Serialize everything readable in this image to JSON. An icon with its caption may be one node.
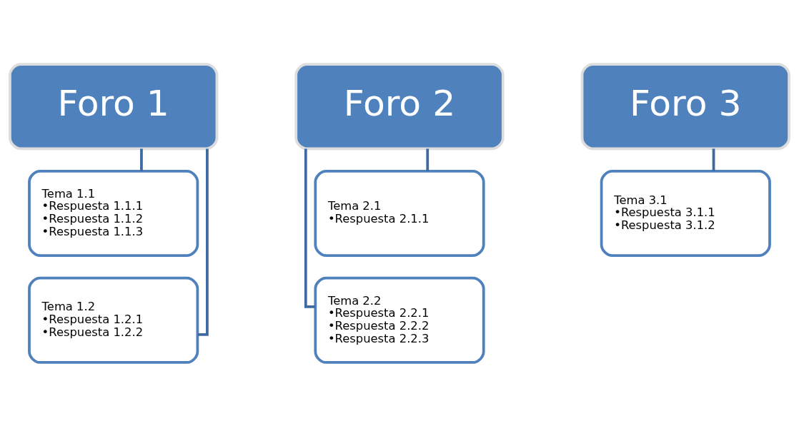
{
  "diagram": {
    "nodes": [
      {
        "text": [
          "Foro 1"
        ]
      },
      {
        "text": [
          "Tema 1.1",
          "•Respuesta 1.1.1",
          "•Respuesta 1.1.2",
          "•Respuesta 1.1.3"
        ]
      },
      {
        "text": [
          "Tema 1.2",
          "•Respuesta 1.2.1",
          "•Respuesta 1.2.2"
        ]
      },
      {
        "text": [
          "Foro 2"
        ]
      },
      {
        "text": [
          "Tema 2.1",
          "•Respuesta 2.1.1"
        ]
      },
      {
        "text": [
          "Tema 2.2",
          "•Respuesta 2.2.1",
          "•Respuesta 2.2.2",
          "•Respuesta 2.2.3"
        ]
      },
      {
        "text": [
          "Foro 3"
        ]
      },
      {
        "text": [
          "Tema 3.1",
          "•Respuesta 3.1.1",
          "•Respuesta 3.1.2"
        ]
      }
    ],
    "edges": [
      {
        "from": 0,
        "to": 1,
        "arrow": "none"
      },
      {
        "from": 0,
        "to": 2,
        "arrow": "none"
      },
      {
        "from": 3,
        "to": 4,
        "arrow": "none"
      },
      {
        "from": 3,
        "to": 5,
        "arrow": "none"
      },
      {
        "from": 6,
        "to": 7,
        "arrow": "none"
      }
    ]
  }
}
